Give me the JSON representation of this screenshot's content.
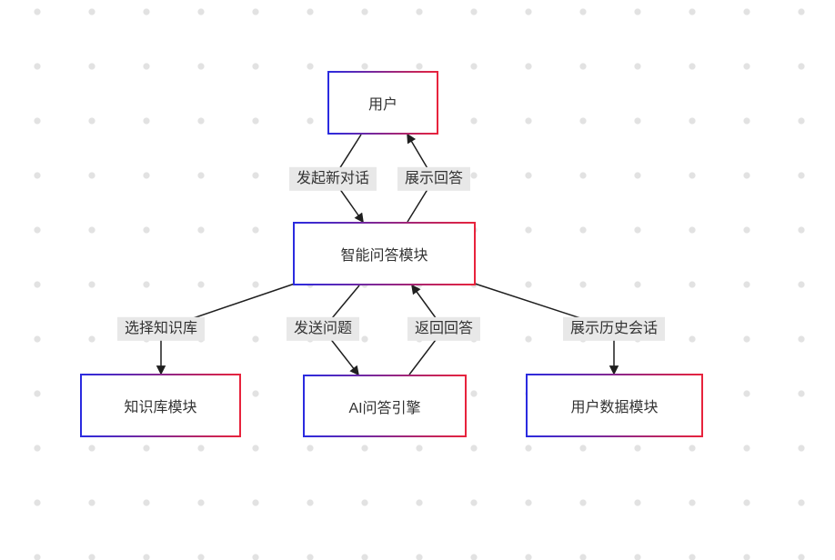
{
  "canvas": {
    "background_color": "#ffffff",
    "dot_grid_color": "#e2e2e2"
  },
  "diagram": {
    "type": "flowchart",
    "nodes": [
      {
        "id": "user",
        "label": "用户"
      },
      {
        "id": "qa-module",
        "label": "智能问答模块"
      },
      {
        "id": "kb-module",
        "label": "知识库模块"
      },
      {
        "id": "ai-engine",
        "label": "AI问答引擎"
      },
      {
        "id": "user-data-module",
        "label": "用户数据模块"
      }
    ],
    "edges": [
      {
        "from": "用户",
        "to": "智能问答模块",
        "label": "发起新对话"
      },
      {
        "from": "智能问答模块",
        "to": "用户",
        "label": "展示回答"
      },
      {
        "from": "智能问答模块",
        "to": "知识库模块",
        "label": "选择知识库"
      },
      {
        "from": "智能问答模块",
        "to": "AI问答引擎",
        "label": "发送问题"
      },
      {
        "from": "AI问答引擎",
        "to": "智能问答模块",
        "label": "返回回答"
      },
      {
        "from": "智能问答模块",
        "to": "用户数据模块",
        "label": "展示历史会话"
      }
    ],
    "colors": {
      "node_border_gradient_start": "#2a2be0",
      "node_border_gradient_end": "#e8233c",
      "node_background": "#ffffff",
      "node_text": "#333333",
      "edge_line": "#1f1f1f",
      "edge_label_background": "#e8e8e8",
      "edge_label_text": "#333333"
    }
  }
}
